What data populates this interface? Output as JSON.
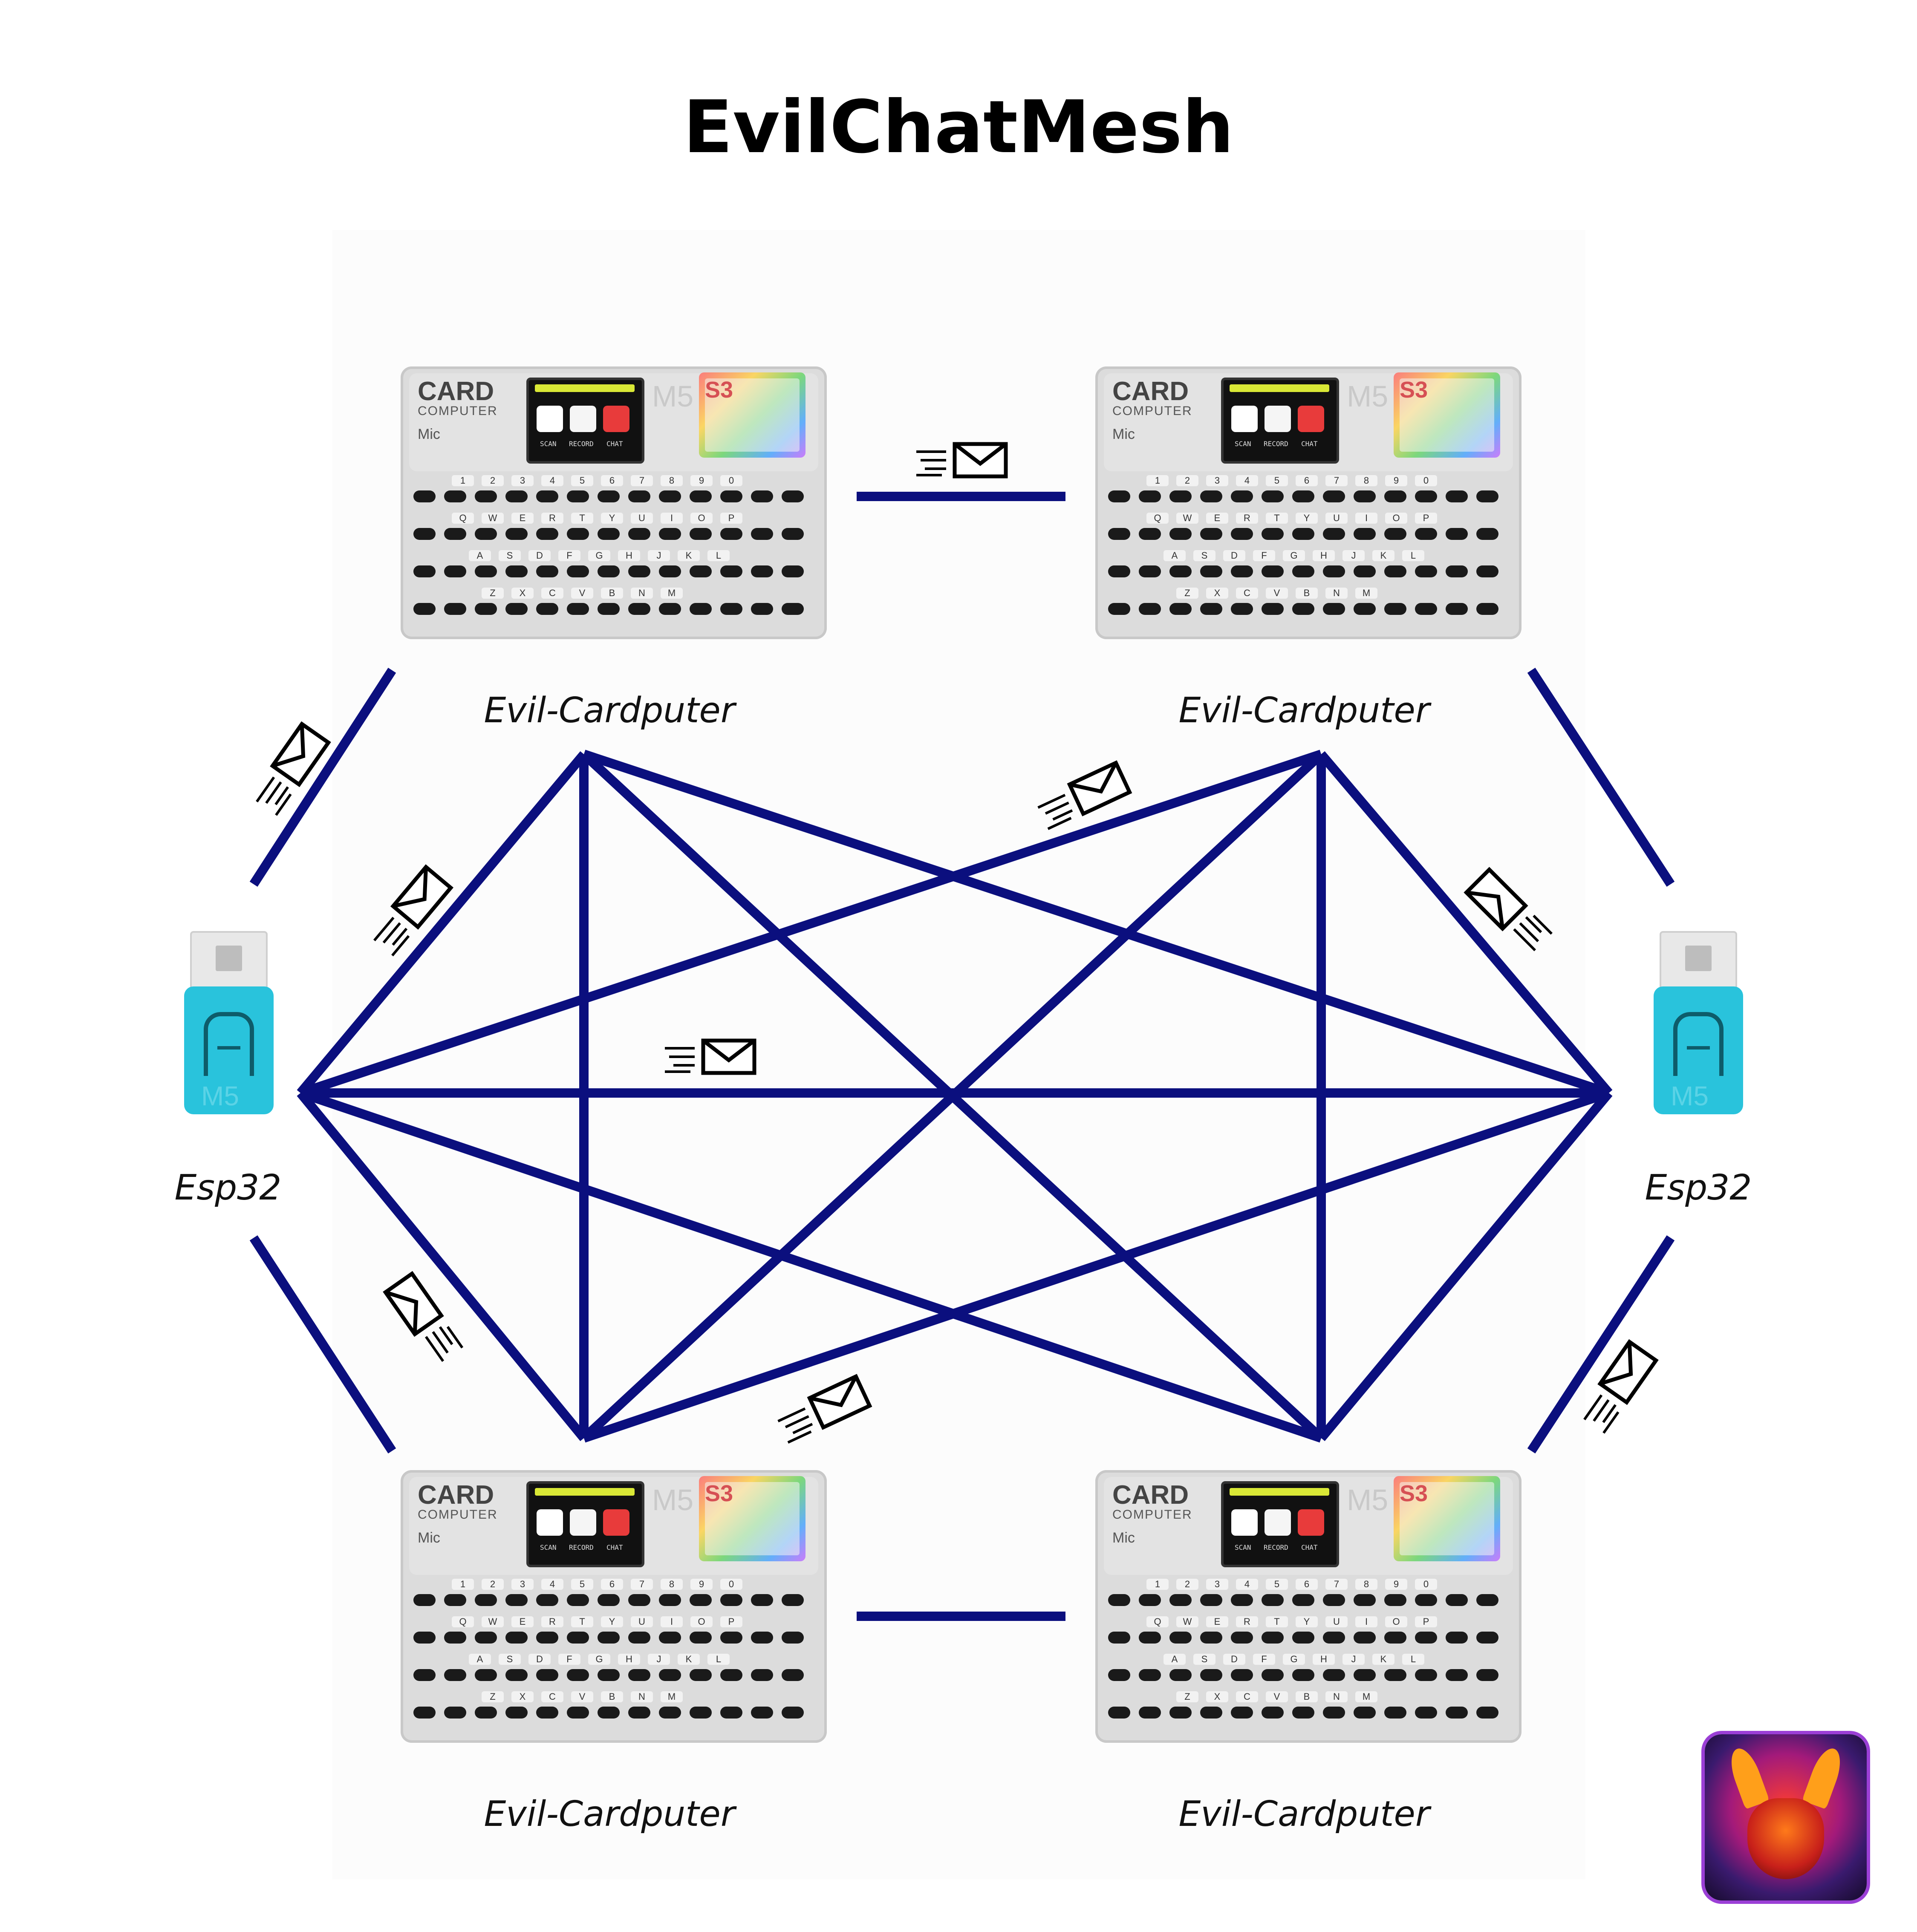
{
  "title": "EvilChatMesh",
  "nodes": {
    "cardputer_top_left": {
      "label": "Evil-Cardputer"
    },
    "cardputer_top_right": {
      "label": "Evil-Cardputer"
    },
    "cardputer_bottom_left": {
      "label": "Evil-Cardputer"
    },
    "cardputer_bottom_right": {
      "label": "Evil-Cardputer"
    },
    "esp32_left": {
      "label": "Esp32"
    },
    "esp32_right": {
      "label": "Esp32"
    }
  },
  "device": {
    "brand": "CARD",
    "sub": "COMPUTER",
    "mic": "Mic",
    "apps": [
      "SCAN",
      "RECORD",
      "CHAT"
    ],
    "maker": "M5",
    "stamp": "S3",
    "keys_row1": [
      "1",
      "2",
      "3",
      "4",
      "5",
      "6",
      "7",
      "8",
      "9",
      "0"
    ],
    "keys_row2": [
      "Q",
      "W",
      "E",
      "R",
      "T",
      "Y",
      "U",
      "I",
      "O",
      "P"
    ],
    "keys_row3": [
      "A",
      "S",
      "D",
      "F",
      "G",
      "H",
      "J",
      "K",
      "L"
    ],
    "keys_row4": [
      "Z",
      "X",
      "C",
      "V",
      "B",
      "N",
      "M"
    ]
  },
  "dongle_maker": "M5",
  "colors": {
    "link": "#0b0f7e",
    "dongle": "#29c3dc"
  },
  "icons": [
    "envelope-icon",
    "logo-icon"
  ]
}
